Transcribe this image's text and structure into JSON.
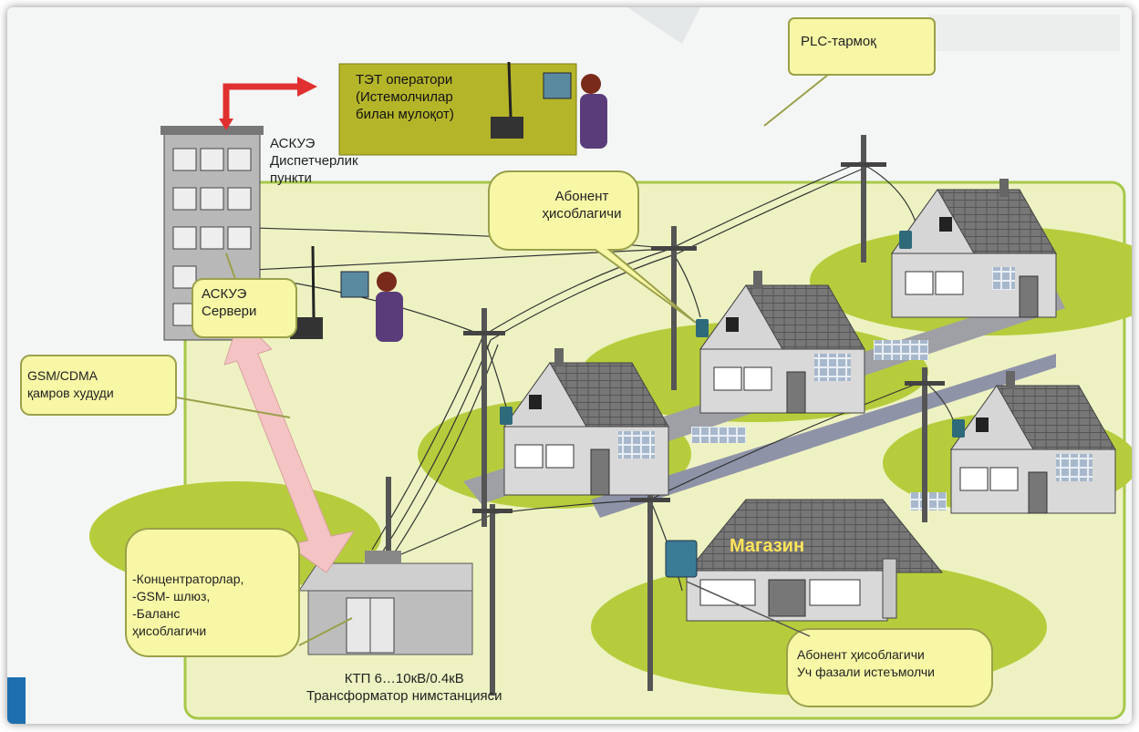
{
  "labels": {
    "plc_network": "PLC-тармоқ",
    "tet_operator": "ТЭТ оператори\n(Истемолчилар\nбилан мулоқот)",
    "askue_dispatch": "АСКУЭ\nДиспетчерлик\nпункти",
    "subscriber_meter": "Абонент\nҳисоблагичи",
    "askue_server": "АСКУЭ\nСервери",
    "gsm_coverage": "GSM/CDMA\nқамров худуди",
    "concentrators": "-Концентраторлар,\n-GSM- шлюз,\n-Баланс\nҳисоблагичи",
    "substation": "КТП 6…10кВ/0.4кВ\nТрансформатор нимстанцияси",
    "shop": "Магазин",
    "three_phase_meter": "Абонент ҳисоблагичи\nУч фазали истеъмолчи"
  },
  "colors": {
    "callout_fill": "#f7f7a6",
    "callout_stroke": "#9aa04a",
    "ground": "#eef2c2",
    "ground_border": "#a6c84a",
    "grass": "#b7cc3c",
    "roof": "#6e6e6e",
    "wall": "#d9d9d9",
    "operator_box": "#b5b52a",
    "red_arrow": "#e03030",
    "pink_arrow": "#f4c4c4",
    "shop_text": "#ffe45a"
  },
  "icons": [
    "building-icon",
    "operator-icon",
    "house-icon",
    "power-pole-icon",
    "transformer-icon",
    "meter-icon"
  ]
}
